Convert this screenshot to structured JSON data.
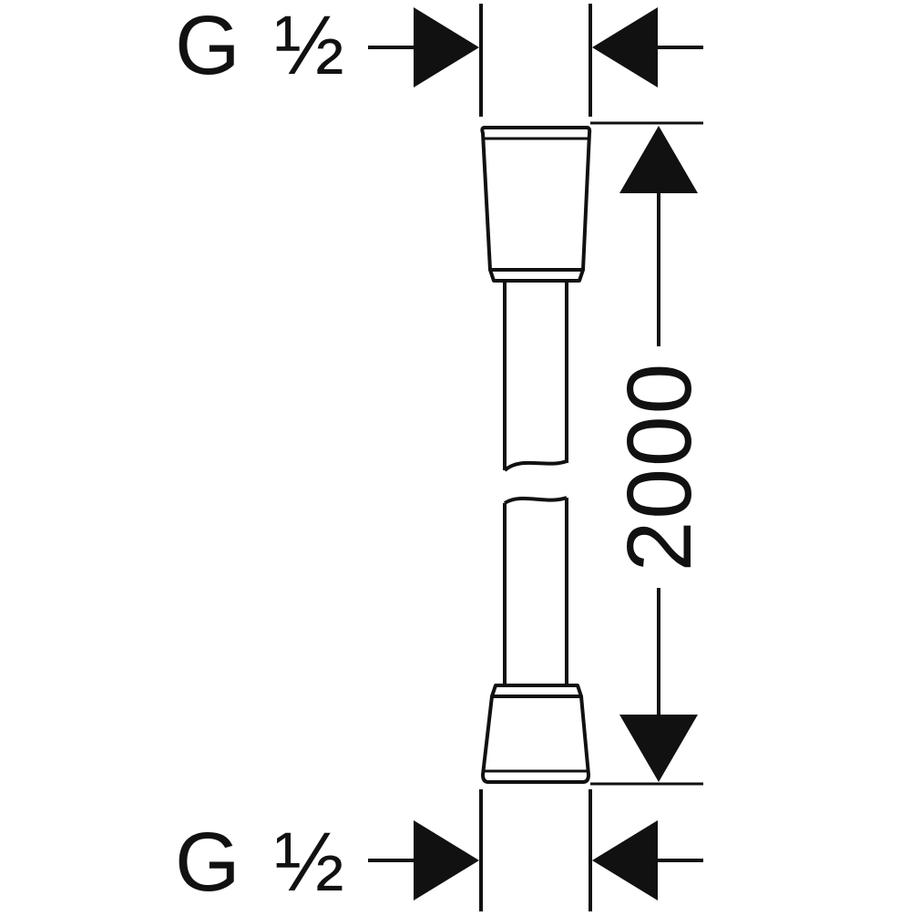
{
  "drawing": {
    "thread_top": "G ½",
    "thread_bottom": "G ½",
    "length": "2000"
  }
}
